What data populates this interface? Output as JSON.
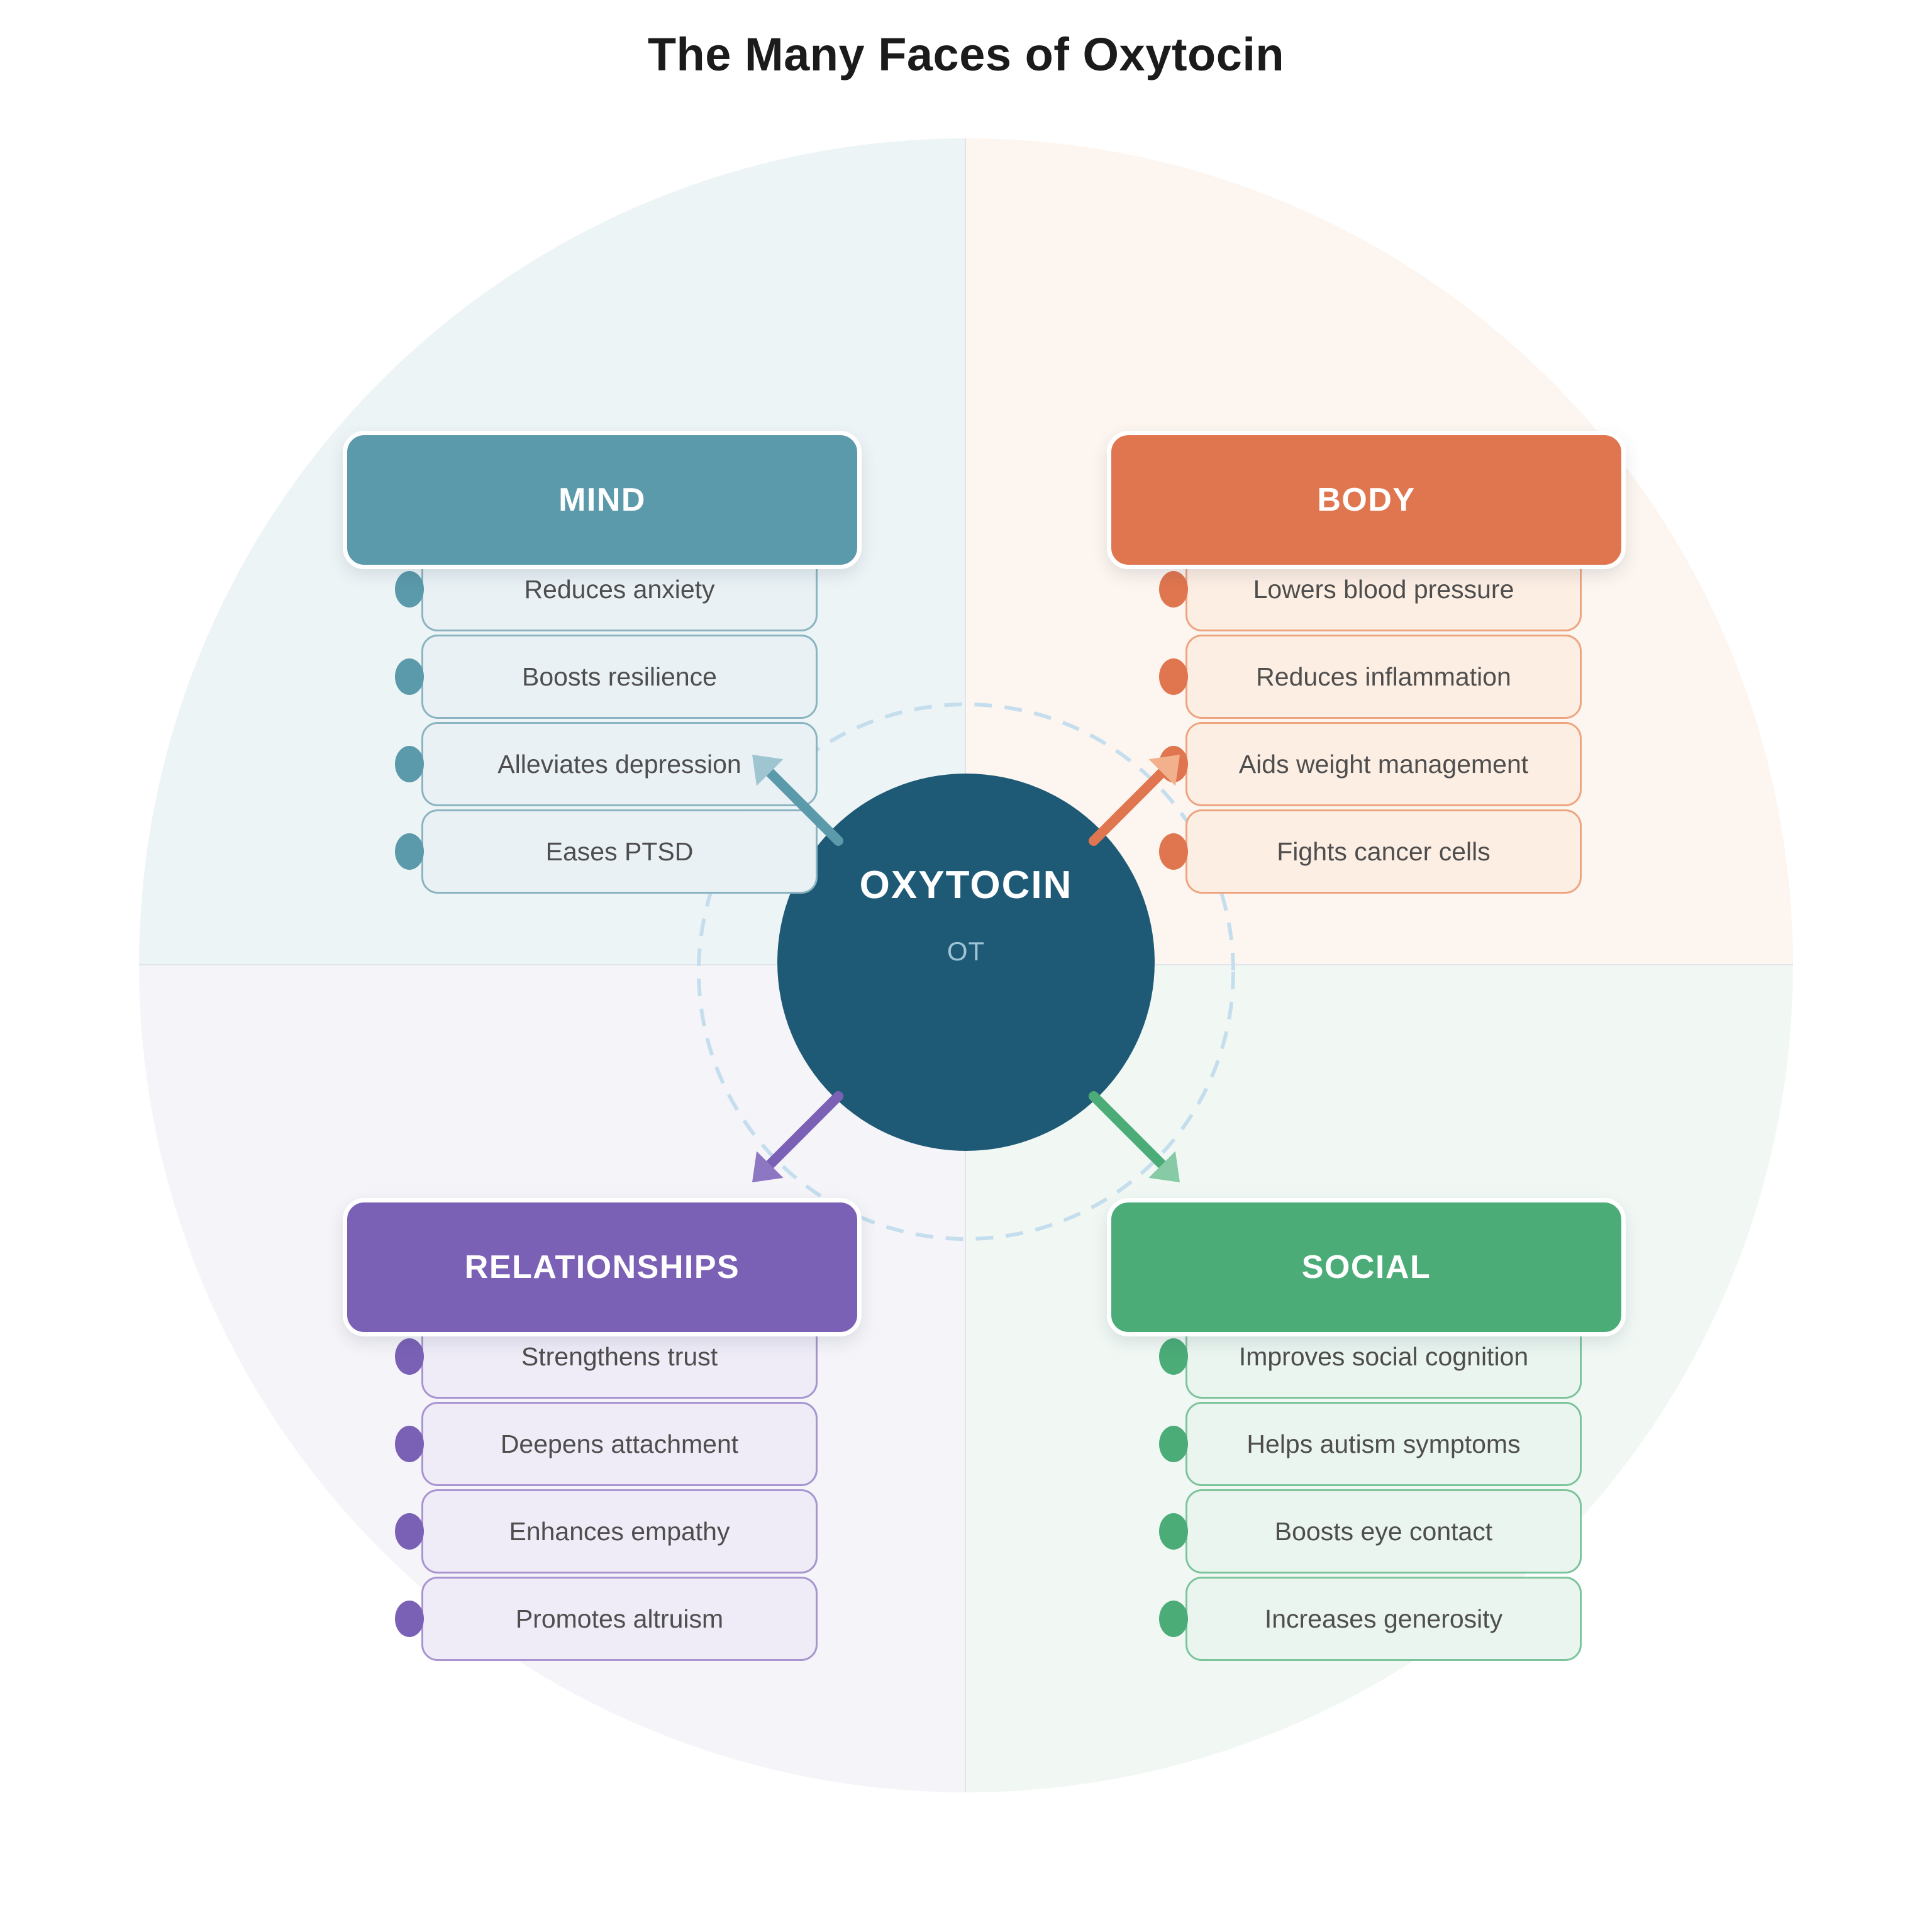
{
  "title": "The Many Faces of Oxytocin",
  "center": {
    "label": "OXYTOCIN",
    "sublabel": "OT"
  },
  "quadrants": [
    {
      "id": "mind",
      "label": "MIND",
      "items": [
        "Reduces anxiety",
        "Boosts resilience",
        "Alleviates depression",
        "Eases PTSD"
      ],
      "colors": {
        "accent": "#5b9aaa",
        "itembg": "#e9f1f5",
        "itemborder": "#8ab4c1",
        "tint": "#edf4f6",
        "head": "#9fc6d0"
      }
    },
    {
      "id": "body",
      "label": "BODY",
      "items": [
        "Lowers blood pressure",
        "Reduces inflammation",
        "Aids weight management",
        "Fights cancer cells"
      ],
      "colors": {
        "accent": "#e0764f",
        "itembg": "#fdeee3",
        "itemborder": "#eda57f",
        "tint": "#fdf5ef",
        "head": "#f2b18c"
      }
    },
    {
      "id": "relationships",
      "label": "RELATIONSHIPS",
      "items": [
        "Strengthens trust",
        "Deepens attachment",
        "Enhances empathy",
        "Promotes altruism"
      ],
      "colors": {
        "accent": "#7b61b6",
        "itembg": "#efecf7",
        "itemborder": "#a794d0",
        "tint": "#f5f4f8",
        "head": "#8d76c2"
      }
    },
    {
      "id": "social",
      "label": "SOCIAL",
      "items": [
        "Improves social cognition",
        "Helps autism symptoms",
        "Boosts eye contact",
        "Increases generosity"
      ],
      "colors": {
        "accent": "#4bac78",
        "itembg": "#eaf5ef",
        "itemborder": "#7cc49c",
        "tint": "#f1f8f4",
        "head": "#86cba6"
      }
    }
  ],
  "colors": {
    "page_bg": "#ffffff",
    "title_color": "#1b1b1b",
    "item_text": "#4e4e4e",
    "divider": "#dfe5ea",
    "dashed_circle": "#c5deee",
    "hub_bg": "#1e5a76",
    "hub_sublabel": "#9fc4d6"
  }
}
